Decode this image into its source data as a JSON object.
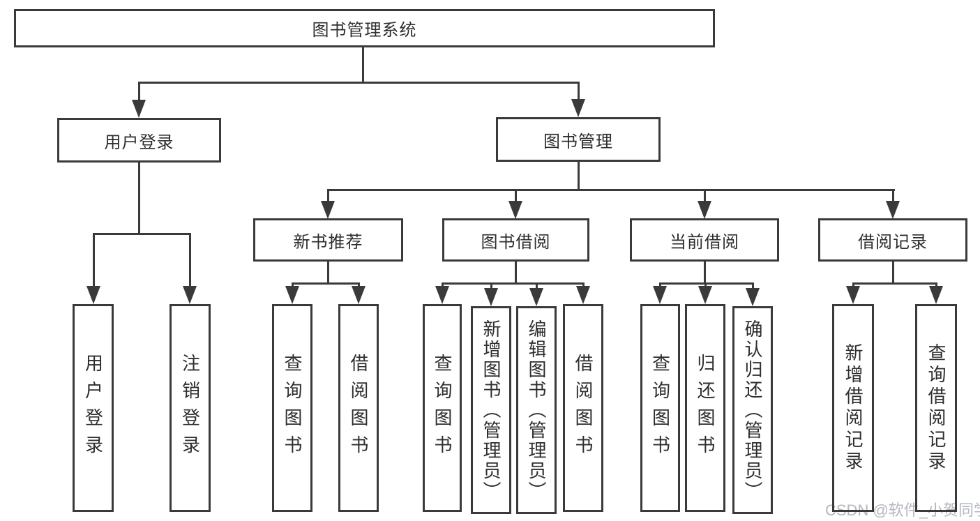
{
  "diagram_title": "图书管理系统",
  "watermark": "CSDN @软件_小贺同学",
  "colors": {
    "line": "#3a3a3a",
    "box_border": "#3a3a3a",
    "text": "#2e2e2e",
    "watermark": "#b3b7be",
    "background": "#ffffff"
  },
  "tree": {
    "label": "图书管理系统",
    "children": [
      {
        "label": "用户登录",
        "children": [
          {
            "label": "用户登录"
          },
          {
            "label": "注销登录"
          }
        ]
      },
      {
        "label": "图书管理",
        "children": [
          {
            "label": "新书推荐",
            "children": [
              {
                "label": "查询图书"
              },
              {
                "label": "借阅图书"
              }
            ]
          },
          {
            "label": "图书借阅",
            "children": [
              {
                "label": "查询图书"
              },
              {
                "label": "新增图书（管理员）"
              },
              {
                "label": "编辑图书（管理员）"
              },
              {
                "label": "借阅图书"
              }
            ]
          },
          {
            "label": "当前借阅",
            "children": [
              {
                "label": "查询图书"
              },
              {
                "label": "归还图书"
              },
              {
                "label": "确认归还（管理员）"
              }
            ]
          },
          {
            "label": "借阅记录",
            "children": [
              {
                "label": "新增借阅记录"
              },
              {
                "label": "查询借阅记录"
              }
            ]
          }
        ]
      }
    ]
  }
}
